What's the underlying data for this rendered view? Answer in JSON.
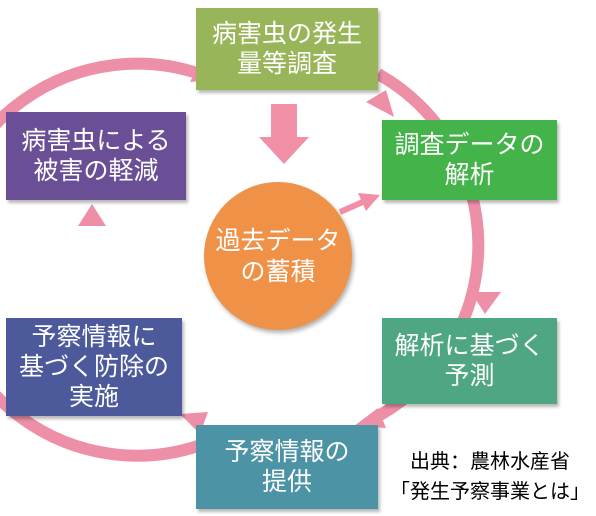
{
  "colors": {
    "cycle_arrow": "#EE8FA8",
    "center_arrow": "#F08FA6",
    "survey": "#99B55A",
    "analysis": "#44B34A",
    "forecast": "#4FA682",
    "provide": "#4D93A6",
    "control": "#4C599B",
    "damage": "#6B4F96",
    "center": "#EF9147"
  },
  "boxes": {
    "survey": {
      "line1": "病害虫の発生",
      "line2": "量等調査"
    },
    "analysis": {
      "line1": "調査データの",
      "line2": "解析"
    },
    "forecast": {
      "line1": "解析に基づく",
      "line2": "予測"
    },
    "provide": {
      "line1": "予察情報の",
      "line2": "提供"
    },
    "control": {
      "line1": "予察情報に",
      "line2": "基づく防除の",
      "line3": "実施"
    },
    "damage": {
      "line1": "病害虫による",
      "line2": "被害の軽減"
    }
  },
  "center": {
    "line1": "過去データ",
    "line2": "の蓄積"
  },
  "source": {
    "line1": "出典：農林水産省",
    "line2": "「発生予察事業とは」"
  }
}
